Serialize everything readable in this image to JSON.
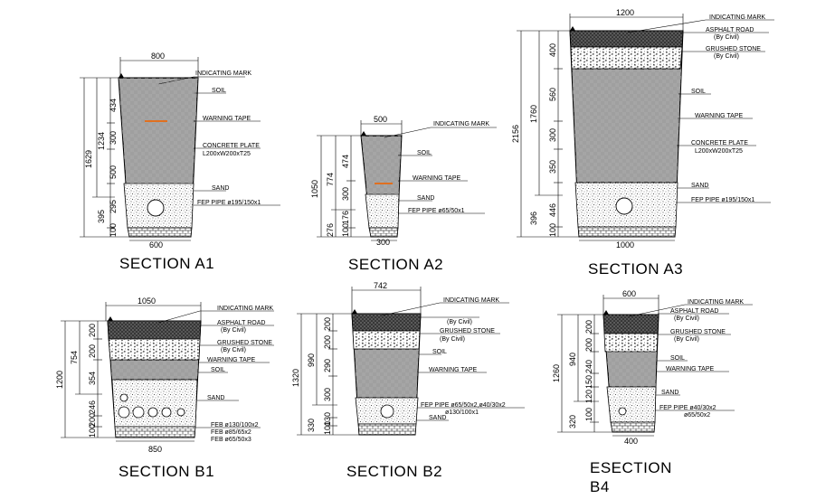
{
  "sections": {
    "a1": {
      "title": "SECTION A1",
      "top_width": "800",
      "bottom_width": "600",
      "total_depth": "1629",
      "upper_depth": "1234",
      "layer_dims": [
        "434",
        "300",
        "500",
        "295",
        "100"
      ],
      "lower_dim": "395",
      "labels": {
        "indicating_mark": "INDICATING MARK",
        "soil": "SOIL",
        "warning_tape": "WARNING TAPE",
        "concrete_plate": "CONCRETE PLATE",
        "concrete_plate_size": "L200xW200xT25",
        "sand": "SAND",
        "pipe": "FEP PIPE ø195/150x1"
      }
    },
    "a2": {
      "title": "SECTION A2",
      "top_width": "500",
      "bottom_width": "300",
      "total_depth": "1050",
      "upper_depth": "774",
      "layer_dims": [
        "474",
        "300",
        "176",
        "100"
      ],
      "lower_dim": "276",
      "labels": {
        "indicating_mark": "INDICATING MARK",
        "soil": "SOIL",
        "warning_tape": "WARNING TAPE",
        "sand": "SAND",
        "pipe": "FEP PIPE ø65/50x1"
      }
    },
    "a3": {
      "title": "SECTION A3",
      "top_width": "1200",
      "bottom_width": "1000",
      "total_depth": "2156",
      "upper_depth": "1760",
      "layer_dims": [
        "400",
        "560",
        "300",
        "350",
        "446",
        "100"
      ],
      "lower_dim": "396",
      "labels": {
        "indicating_mark": "INDICATING MARK",
        "asphalt": "ASPHALT ROAD",
        "by_civil_1": "(By Civil)",
        "crushed": "GRUSHED STONE",
        "by_civil_2": "(By Civil)",
        "soil": "SOIL",
        "warning_tape": "WARNING TAPE",
        "concrete_plate": "CONCRETE PLATE",
        "concrete_plate_size": "L200xW200xT25",
        "sand": "SAND",
        "pipe": "FEP PIPE ø195/150x1"
      }
    },
    "b1": {
      "title": "SECTION B1",
      "top_width": "1050",
      "bottom_width": "850",
      "total_depth": "1200",
      "upper_depth": "754",
      "layer_dims": [
        "200",
        "200",
        "354",
        "246",
        "200",
        "100"
      ],
      "labels": {
        "indicating_mark": "INDICATING MARK",
        "asphalt": "ASPHALT ROAD",
        "by_civil_1": "(By Civil)",
        "crushed": "GRUSHED STONE",
        "by_civil_2": "(By Civil)",
        "warning_tape": "WARNING TAPE",
        "soil": "SOIL",
        "sand": "SAND",
        "pipe1": "FEB ø130/100x2",
        "pipe2": "FEB ø85/65x2",
        "pipe3": "FEB ø65/50x3"
      }
    },
    "b2": {
      "title": "SECTION B2",
      "top_width": "742",
      "total_depth": "1320",
      "upper_depth": "990",
      "layer_dims": [
        "200",
        "200",
        "290",
        "300",
        "130",
        "100"
      ],
      "lower_dim": "330",
      "labels": {
        "indicating_mark": "INDICATING MARK",
        "by_civil_1": "(By Civil)",
        "crushed": "GRUSHED STONE",
        "by_civil_2": "(By Civil)",
        "soil": "SOIL",
        "warning_tape": "WARNING TAPE",
        "pipe": "FEP PIPE ø65/50x2,ø40/30x2",
        "pipe_b": "ø130/100x1",
        "sand": "SAND"
      }
    },
    "b4": {
      "title": "ESECTION",
      "title_line2": "B4",
      "top_width": "600",
      "bottom_width": "400",
      "total_depth": "1260",
      "upper_depth": "940",
      "layer_dims": [
        "200",
        "200",
        "240",
        "150",
        "120",
        "100"
      ],
      "lower_dim": "320",
      "labels": {
        "indicating_mark": "INDICATING MARK",
        "asphalt": "ASPHALT ROAD",
        "by_civil_1": "(By Civil)",
        "crushed": "GRUSHED STONE",
        "by_civil_2": "(By Civil)",
        "soil": "SOIL",
        "warning_tape": "WARNING TAPE",
        "sand": "SAND",
        "pipe": "FEP PIPE ø40/30x2",
        "pipe_b": "ø65/50x2"
      }
    }
  },
  "colors": {
    "line": "#000000",
    "warning_tape": "#e07020",
    "asphalt": "#222222"
  }
}
